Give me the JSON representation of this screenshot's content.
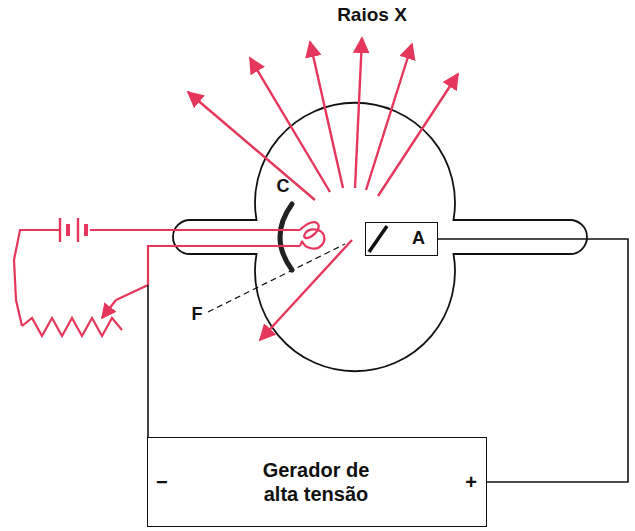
{
  "diagram": {
    "nodes": [
      {
        "text": [
          "A"
        ]
      },
      {
        "text": [
          "−",
          "Gerador de alta tensão",
          "+"
        ]
      }
    ],
    "edges": [
      {
        "from": 1,
        "to": 0,
        "arrow": "none"
      }
    ],
    "labels": [
      "Raios X",
      "C",
      "F"
    ]
  }
}
